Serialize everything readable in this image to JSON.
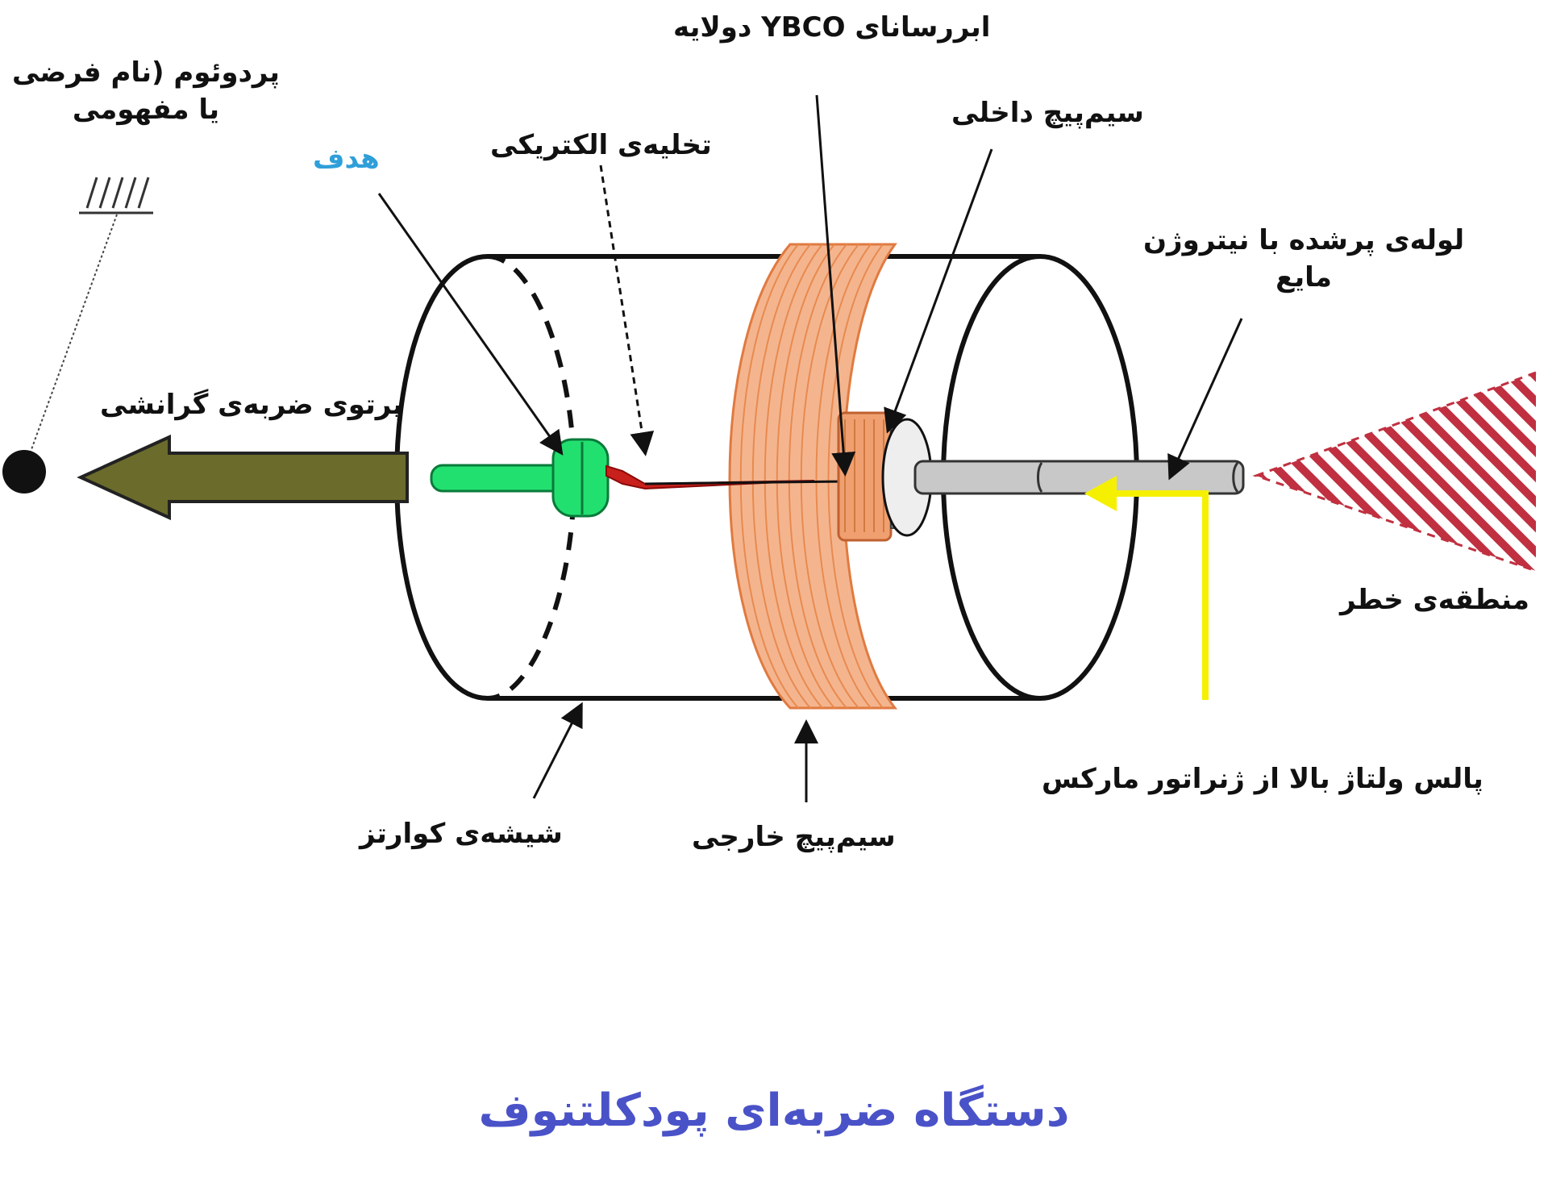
{
  "title": "دستگاه ضربه‌ای پودکلتنوف",
  "labels": {
    "ybco": "ابررسانای YBCO دولایه",
    "inner_coil": "سیم‌پیچ داخلی",
    "podoum_line1": "پردوئوم (نام فرضی",
    "podoum_line2": "یا مفهومی",
    "target": "هدف",
    "discharge": "تخلیه‌ی الکتریکی",
    "tube_line1": "لوله‌ی پرشده با نیتروژن",
    "tube_line2": "مایع",
    "beam": "پرتوی ضربه‌ی گرانشی",
    "danger": "منطقه‌ی خطر",
    "pulse": "پالس ولتاژ بالا از ژنراتور مارکس",
    "quartz": "شیشه‌ی کوارتز",
    "outer_coil": "سیم‌پیچ خارجی"
  },
  "colors": {
    "title": "#4a52c8",
    "target_label": "#2f9fd9",
    "target": "#22e070",
    "coil": "#f0a070",
    "discharge": "#c8201c",
    "beam_arrow": "#6b6b2c",
    "tube": "#c8c8c8",
    "pulse_arrow": "#f5f000",
    "danger_hatch": "#c03040",
    "outline": "#111111"
  }
}
